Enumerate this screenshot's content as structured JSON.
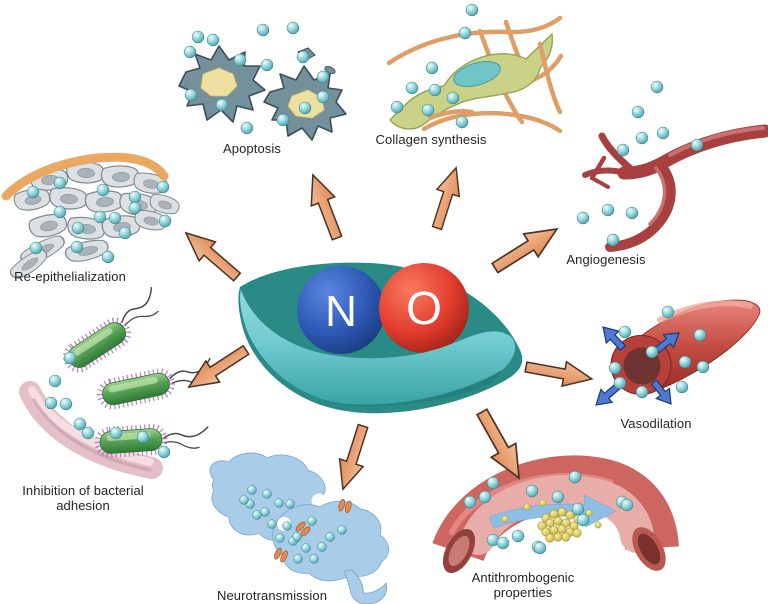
{
  "molecule": {
    "n": "N",
    "o": "O"
  },
  "labels": {
    "apoptosis": "Apoptosis",
    "collagen_synthesis": "Collagen synthesis",
    "angiogenesis": "Angiogenesis",
    "vasodilation": "Vasodilation",
    "antithrombogenic_line1": "Antithrombogenic",
    "antithrombogenic_line2": "properties",
    "neurotransmission": "Neurotransmission",
    "bacterial_line1": "Inhibition of bacterial",
    "bacterial_line2": "adhesion",
    "reepithelialization": "Re-epithelialization"
  },
  "colors": {
    "nitrogen_sphere": "#2C58B4",
    "oxygen_sphere": "#E23D2E",
    "dish_teal_light": "#7FD0D7",
    "dish_teal_dark": "#2A8A86",
    "arrow_orange": "#EC9C6E",
    "no_dot_teal": "#66B6C0",
    "vessel_red": "#A84040",
    "synapse_blue": "#A9CCE9",
    "bacterium_green": "#57A356",
    "platelet_yellow": "#CDBE52",
    "label_text": "#252525"
  }
}
